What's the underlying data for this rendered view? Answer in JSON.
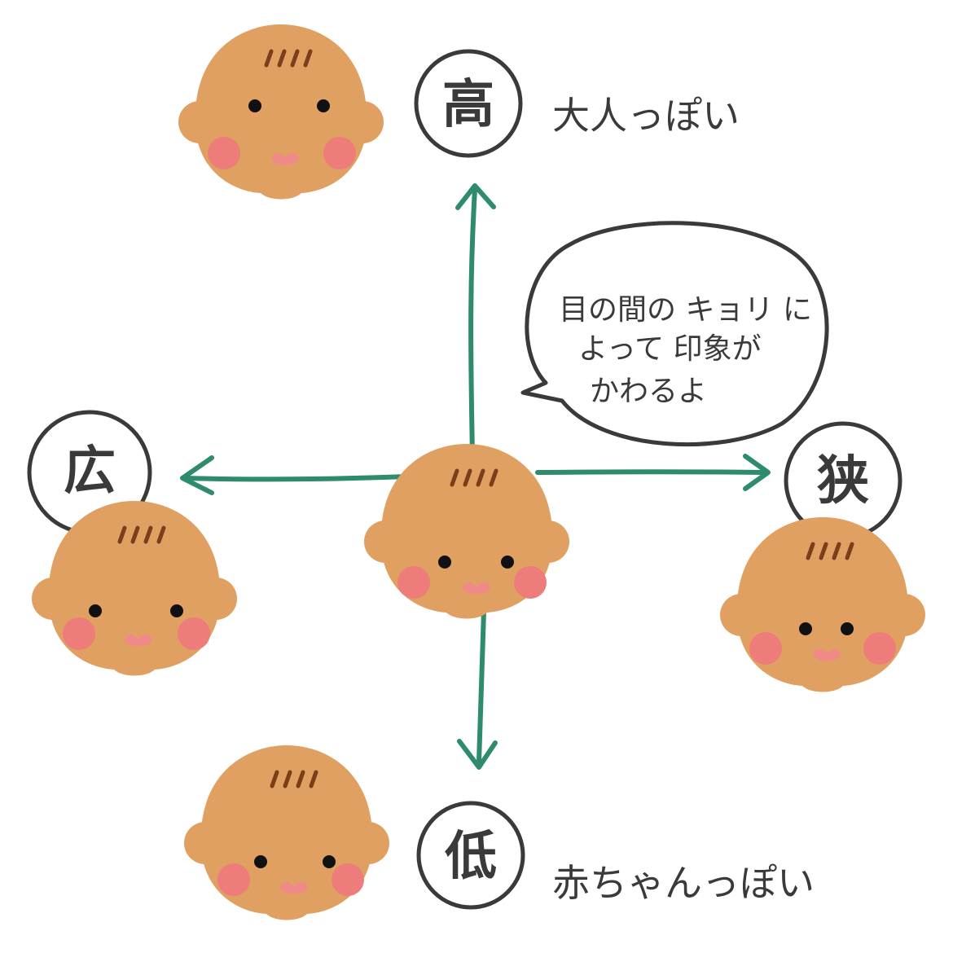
{
  "labels": {
    "high": "高",
    "low": "低",
    "wide": "広",
    "narrow": "狭"
  },
  "descriptions": {
    "high": "大人っぽい",
    "low": "赤ちゃんっぽい"
  },
  "speech_bubble": {
    "line1": "目の間の キョリ に",
    "line2": "よって 印象が",
    "line3": "かわるよ"
  },
  "colors": {
    "skin": "#E0A062",
    "skin_outline": "#D4904F",
    "cheek": "#EE7C7A",
    "mouth": "#F08A88",
    "eye": "#111111",
    "hair": "#7A3E1A",
    "arrow": "#2E8B6E",
    "ink": "#3a3a3a"
  }
}
